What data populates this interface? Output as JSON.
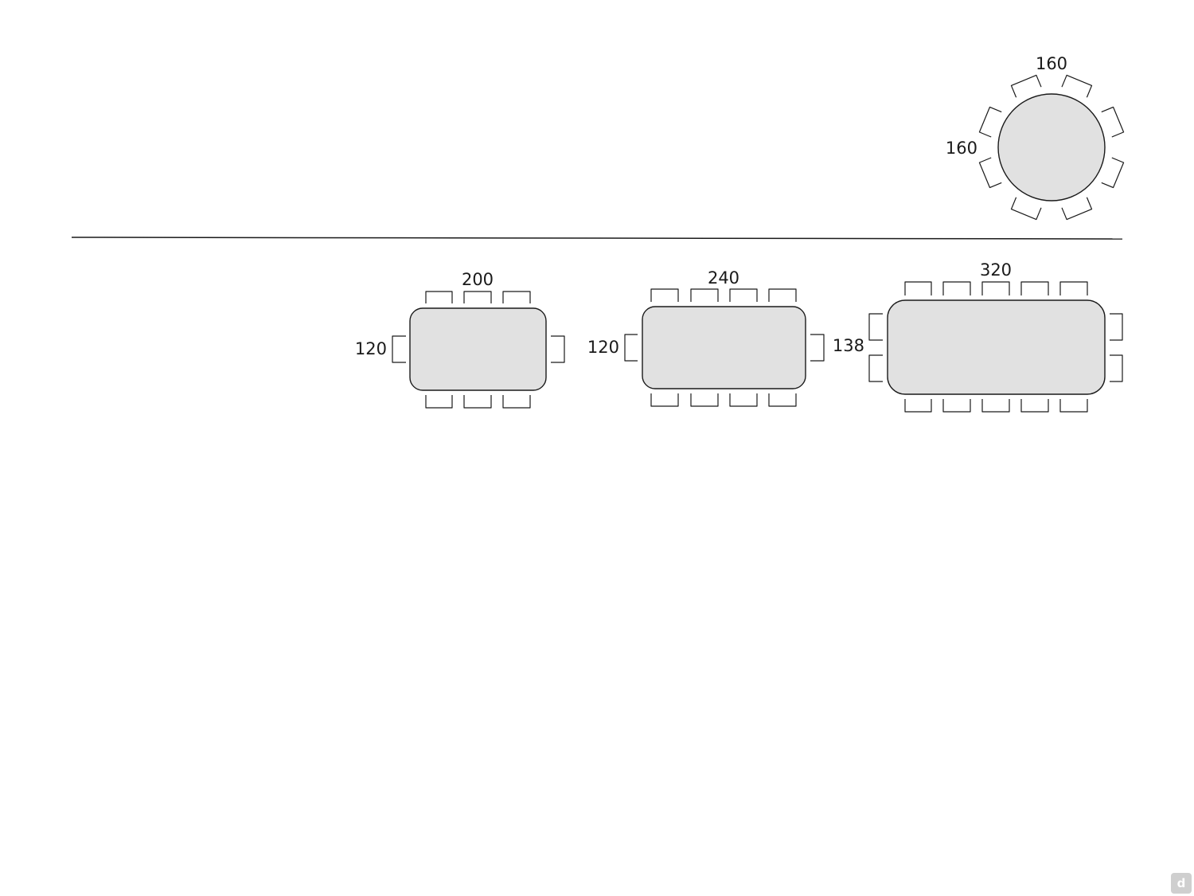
{
  "diagram": {
    "tables": [
      {
        "shape": "round",
        "width_label": "160",
        "depth_label": "160",
        "seats": 8
      },
      {
        "shape": "rectangular",
        "width_label": "200",
        "depth_label": "120",
        "seats": 8
      },
      {
        "shape": "rectangular",
        "width_label": "240",
        "depth_label": "120",
        "seats": 10
      },
      {
        "shape": "rectangular",
        "width_label": "320",
        "depth_label": "138",
        "seats": 14
      }
    ]
  },
  "colors": {
    "table_fill": "#e1e1e1",
    "outline": "#1a1a1a"
  },
  "watermark": {
    "icon": "d-logo-icon",
    "text": "d"
  }
}
